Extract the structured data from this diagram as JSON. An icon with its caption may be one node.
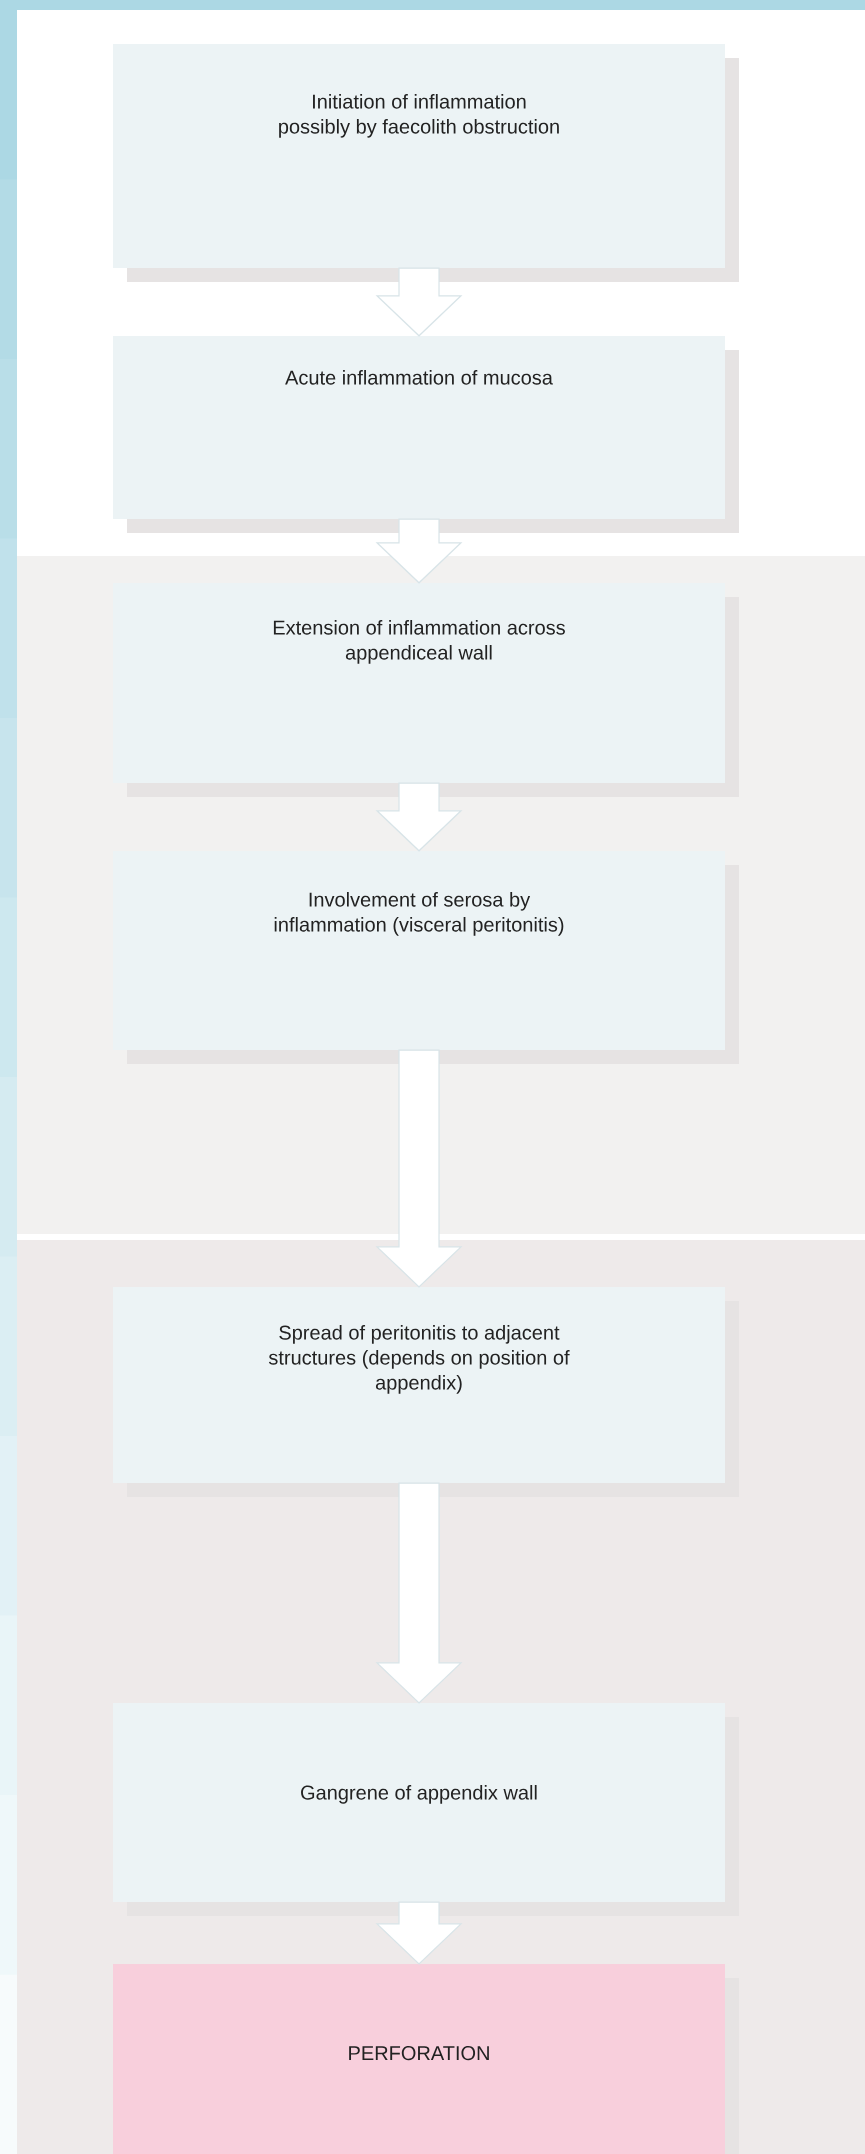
{
  "diagram": {
    "nodes": [
      {
        "text": [
          "Initiation of inflammation possibly by faecolith obstruction"
        ]
      },
      {
        "text": [
          "Acute inflammation of mucosa"
        ]
      },
      {
        "text": [
          "Extension of inflammation across appendiceal wall"
        ]
      },
      {
        "text": [
          "Involvement of serosa by inflammation (visceral peritonitis)"
        ]
      },
      {
        "text": [
          "Spread of peritonitis to adjacent structures (depends on position of appendix)"
        ]
      },
      {
        "text": [
          "Gangrene of appendix wall"
        ]
      },
      {
        "text": [
          "PERFORATION"
        ]
      }
    ],
    "edges": [
      {
        "from": 0,
        "to": 1,
        "arrow": "to"
      },
      {
        "from": 1,
        "to": 2,
        "arrow": "to"
      },
      {
        "from": 2,
        "to": 3,
        "arrow": "to"
      },
      {
        "from": 3,
        "to": 4,
        "arrow": "to"
      },
      {
        "from": 4,
        "to": 5,
        "arrow": "to"
      },
      {
        "from": 5,
        "to": 6,
        "arrow": "to"
      }
    ]
  }
}
